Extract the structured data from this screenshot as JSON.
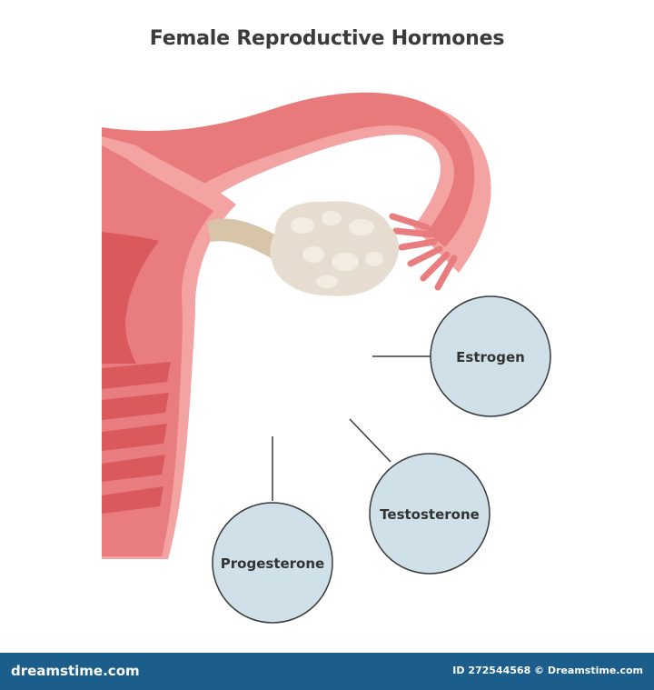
{
  "title": "Female Reproductive Hormones",
  "hormones": [
    {
      "label": "Estrogen"
    },
    {
      "label": "Testosterone"
    },
    {
      "label": "Progesterone"
    }
  ],
  "colors": {
    "uterus_pink": "#e87c7e",
    "uterus_light": "#f3a3a2",
    "uterus_dark": "#d9595d",
    "ovary": "#e6ddd0",
    "ligament": "#d8c4a9",
    "bubble_fill": "#cfe0e8",
    "bubble_stroke": "#3a3a3a",
    "footer_bg": "#1b5d8b"
  },
  "footer": {
    "brand": "dreamstime.com",
    "image_id": "ID 272544568 © Dreamstime.com"
  }
}
